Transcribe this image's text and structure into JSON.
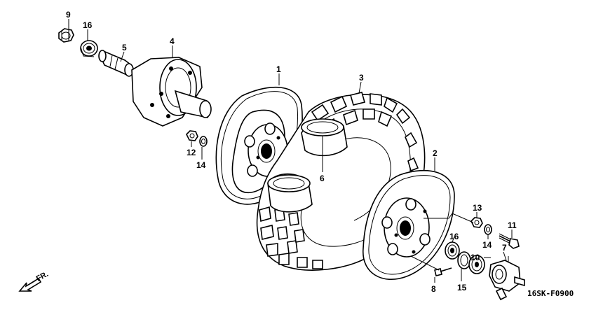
{
  "diagram_code": "16SK-F0900",
  "direction_label": "FR.",
  "callouts": [
    {
      "id": "c9a",
      "label": "9"
    },
    {
      "id": "c16a",
      "label": "16"
    },
    {
      "id": "c5",
      "label": "5"
    },
    {
      "id": "c4",
      "label": "4"
    },
    {
      "id": "c1",
      "label": "1"
    },
    {
      "id": "c3",
      "label": "3"
    },
    {
      "id": "c12",
      "label": "12"
    },
    {
      "id": "c14a",
      "label": "14"
    },
    {
      "id": "c6",
      "label": "6"
    },
    {
      "id": "c2",
      "label": "2"
    },
    {
      "id": "c13",
      "label": "13"
    },
    {
      "id": "c11",
      "label": "11"
    },
    {
      "id": "c16b",
      "label": "16"
    },
    {
      "id": "c14b",
      "label": "14"
    },
    {
      "id": "c7",
      "label": "7"
    },
    {
      "id": "c10",
      "label": "10"
    },
    {
      "id": "c8",
      "label": "8"
    },
    {
      "id": "c15",
      "label": "15"
    }
  ]
}
